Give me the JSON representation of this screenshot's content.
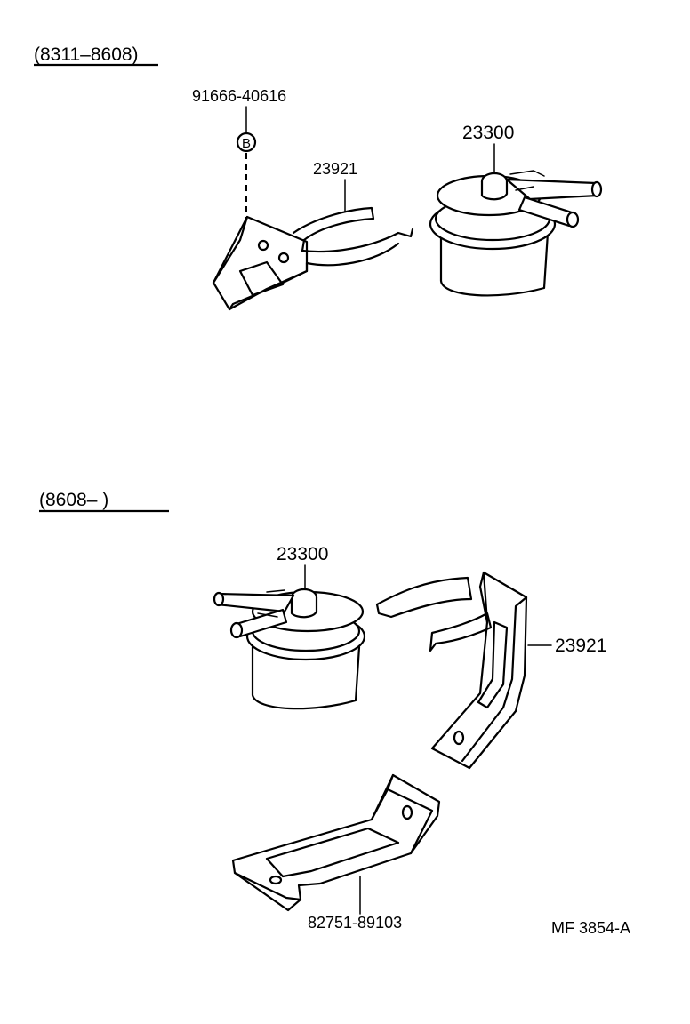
{
  "sections": [
    {
      "range_label": "(8311–8608)",
      "parts": {
        "bolt": "91666-40616",
        "bolt_symbol": "B",
        "bracket_clamp": "23921",
        "fuel_filter": "23300"
      }
    },
    {
      "range_label": "(8608–        )",
      "parts": {
        "fuel_filter": "23300",
        "bracket_clamp": "23921",
        "support_plate": "82751-89103"
      }
    }
  ],
  "figure_code": "MF 3854-A"
}
